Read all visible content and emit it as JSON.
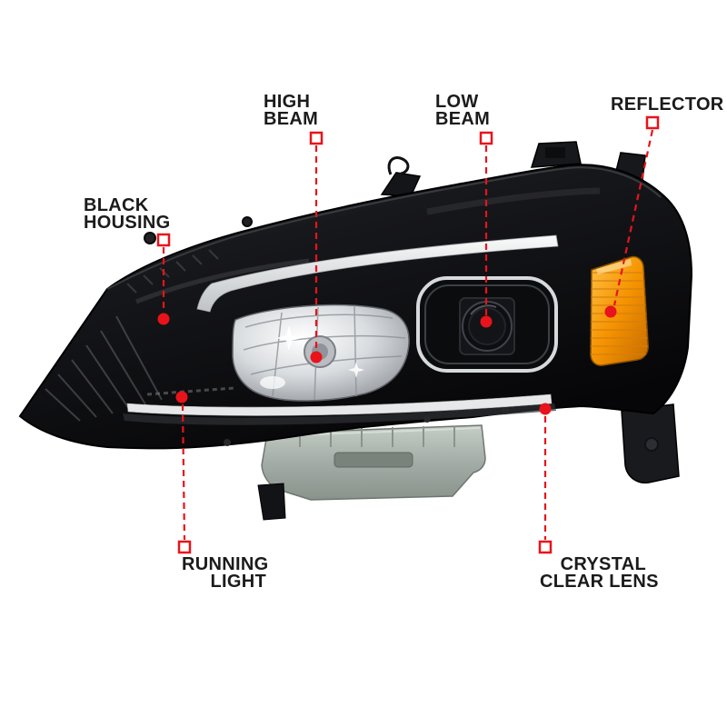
{
  "callouts": {
    "high_beam": {
      "line1": "HIGH",
      "line2": "BEAM"
    },
    "low_beam": {
      "line1": "LOW",
      "line2": "BEAM"
    },
    "reflector": {
      "line1": "REFLECTOR"
    },
    "black_housing": {
      "line1": "BLACK",
      "line2": "HOUSING"
    },
    "running_light": {
      "line1": "RUNNING",
      "line2": "LIGHT"
    },
    "crystal_clear_lens": {
      "line1": "CRYSTAL",
      "line2": "CLEAR LENS"
    }
  },
  "colors": {
    "callout_red": "#e8131b",
    "label_text": "#1b1b1b",
    "background": "#ffffff",
    "housing_black": "#121316",
    "amber_reflector": "#f59300",
    "bracket_gray": "#a3aca6",
    "chrome": "#d9dcdf"
  }
}
